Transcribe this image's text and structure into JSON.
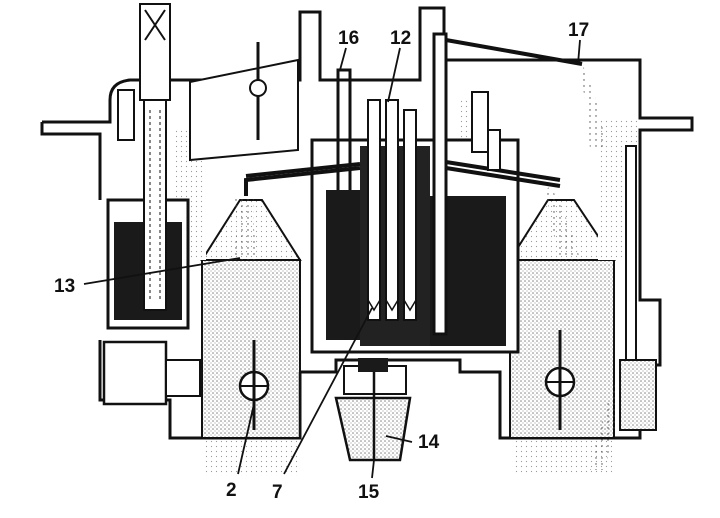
{
  "diagram": {
    "colors": {
      "ink": "#111111",
      "stipple": "#9a9a9a",
      "paper": "#ffffff",
      "fuel": "#1a1a1a"
    },
    "callouts": [
      {
        "id": "c16",
        "text": "16"
      },
      {
        "id": "c12",
        "text": "12"
      },
      {
        "id": "c17",
        "text": "17"
      },
      {
        "id": "c13",
        "text": "13"
      },
      {
        "id": "c14",
        "text": "14"
      },
      {
        "id": "c2",
        "text": "2"
      },
      {
        "id": "c7",
        "text": "7"
      },
      {
        "id": "c15",
        "text": "15"
      }
    ]
  }
}
